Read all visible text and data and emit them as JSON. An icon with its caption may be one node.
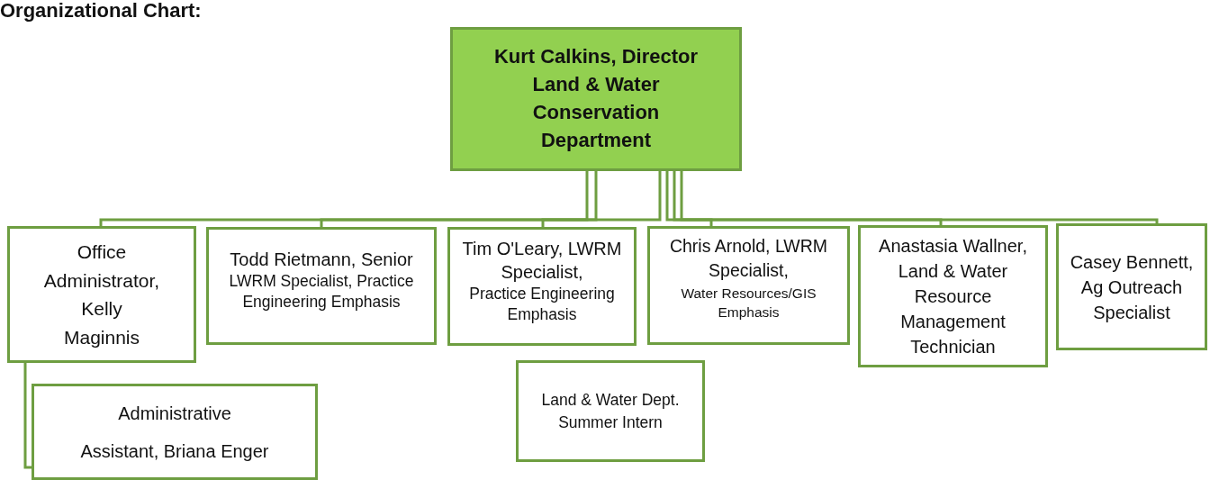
{
  "diagram": {
    "title": "Organizational Chart:",
    "nodes": [
      {
        "text": [
          "Kurt Calkins, Director Land & Water Conservation Department"
        ]
      },
      {
        "text": [
          "Office Administrator, Kelly Maginnis"
        ]
      },
      {
        "text": [
          "Todd Rietmann, Senior",
          "LWRM Specialist, Practice Engineering Emphasis"
        ]
      },
      {
        "text": [
          "Tim O'Leary, LWRM Specialist,",
          "Practice Engineering Emphasis"
        ]
      },
      {
        "text": [
          "Chris Arnold, LWRM Specialist,",
          "Water Resources/GIS Emphasis"
        ]
      },
      {
        "text": [
          "Anastasia Wallner, Land & Water Resource Management Technician"
        ]
      },
      {
        "text": [
          "Casey Bennett, Ag Outreach Specialist"
        ]
      },
      {
        "text": [
          "Administrative Assistant, Briana Enger"
        ]
      },
      {
        "text": [
          "Land & Water Dept. Summer Intern"
        ]
      }
    ],
    "edges": [
      {
        "from": 0,
        "to": 1,
        "arrow": "none"
      },
      {
        "from": 0,
        "to": 2,
        "arrow": "none"
      },
      {
        "from": 0,
        "to": 3,
        "arrow": "none"
      },
      {
        "from": 0,
        "to": 4,
        "arrow": "none"
      },
      {
        "from": 0,
        "to": 5,
        "arrow": "none"
      },
      {
        "from": 0,
        "to": 6,
        "arrow": "none"
      },
      {
        "from": 1,
        "to": 7,
        "arrow": "none"
      }
    ]
  }
}
